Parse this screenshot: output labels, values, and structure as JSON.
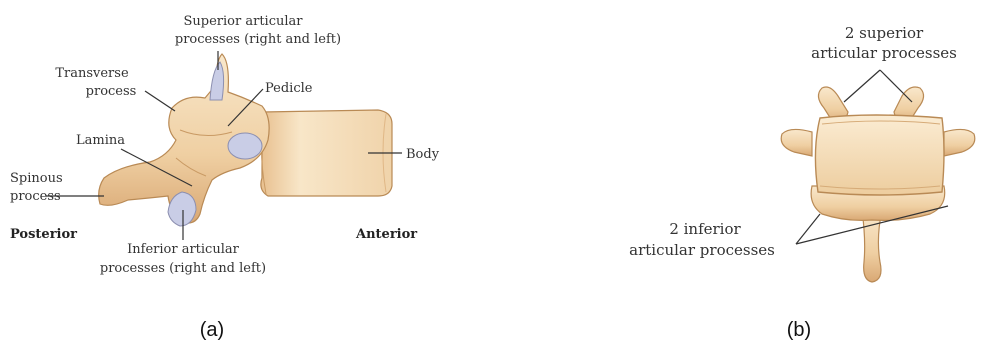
{
  "panel_a": {
    "caption": "(a)",
    "labels": {
      "superior_line1": "Superior articular",
      "superior_line2": "processes (right and left)",
      "transverse_line1": "Transverse",
      "transverse_line2": "process",
      "pedicle": "Pedicle",
      "lamina": "Lamina",
      "body": "Body",
      "spinous_line1": "Spinous",
      "spinous_line2": "process",
      "posterior": "Posterior",
      "anterior": "Anterior",
      "inferior_line1": "Inferior articular",
      "inferior_line2": "processes (right and left)"
    }
  },
  "panel_b": {
    "caption": "(b)",
    "labels": {
      "superior_line1": "2 superior",
      "superior_line2": "articular processes",
      "inferior_line1": "2 inferior",
      "inferior_line2": "articular processes"
    }
  },
  "colors": {
    "bone_light": "#f7e2c1",
    "bone_mid": "#eec99a",
    "bone_dark": "#c9965f",
    "cartilage": "#c9cde6",
    "line": "#333333"
  }
}
